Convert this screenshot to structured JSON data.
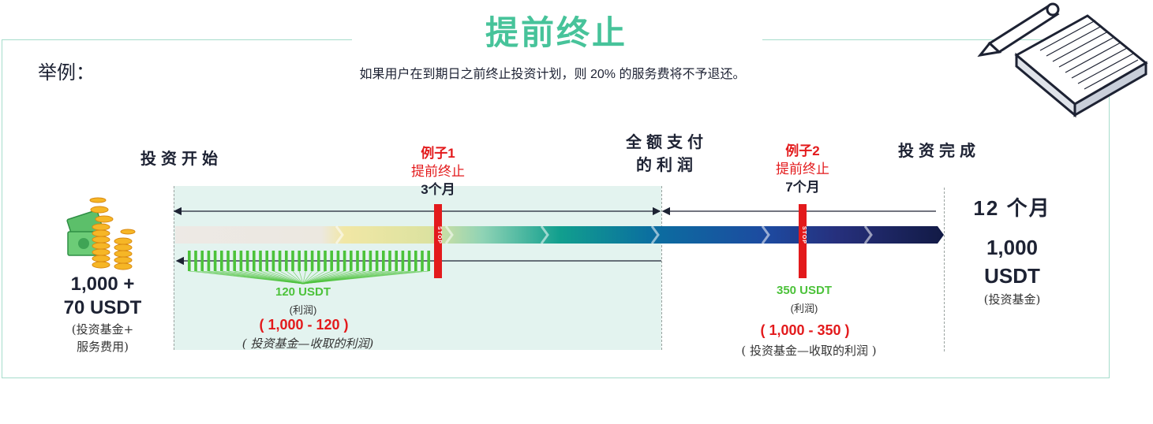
{
  "title": "提前终止",
  "example_label": "举例：",
  "subtitle": "如果用户在到期日之前终止投资计划，则 20% 的服务费将不予退还。",
  "milestones": {
    "start": "投资开始",
    "full_pay_line1": "全额支付",
    "full_pay_line2": "的利润",
    "complete": "投资完成"
  },
  "example1": {
    "name": "例子1",
    "action": "提前终止",
    "duration": "3个月",
    "stop_label": "STOP"
  },
  "example2": {
    "name": "例子2",
    "action": "提前终止",
    "duration": "7个月",
    "stop_label": "STOP"
  },
  "left": {
    "amount_line1": "1,000 +",
    "amount_line2": "70 USDT",
    "note_line1": "(投资基金+",
    "note_line2": "服务费用)"
  },
  "right": {
    "months": "12 个月",
    "amount_line1": "1,000",
    "amount_line2": "USDT",
    "note": "(投资基金)"
  },
  "ex1_result": {
    "profit": "120 USDT",
    "profit_label": "(利润)",
    "formula": "( 1,000 - 120 )",
    "formula_note": "( 投资基金—收取的利润)"
  },
  "ex2_result": {
    "profit": "350 USDT",
    "profit_label": "(利润)",
    "formula": "( 1,000 - 350 )",
    "formula_note": "( 投资基金—收取的利润 )"
  },
  "colors": {
    "accent_green": "#47c39a",
    "stop_red": "#e31a1c",
    "profit_green": "#4cc23a",
    "navy": "#121a45"
  },
  "icons": {
    "money": "money-coins-icon",
    "notepad": "notepad-pen-icon"
  }
}
